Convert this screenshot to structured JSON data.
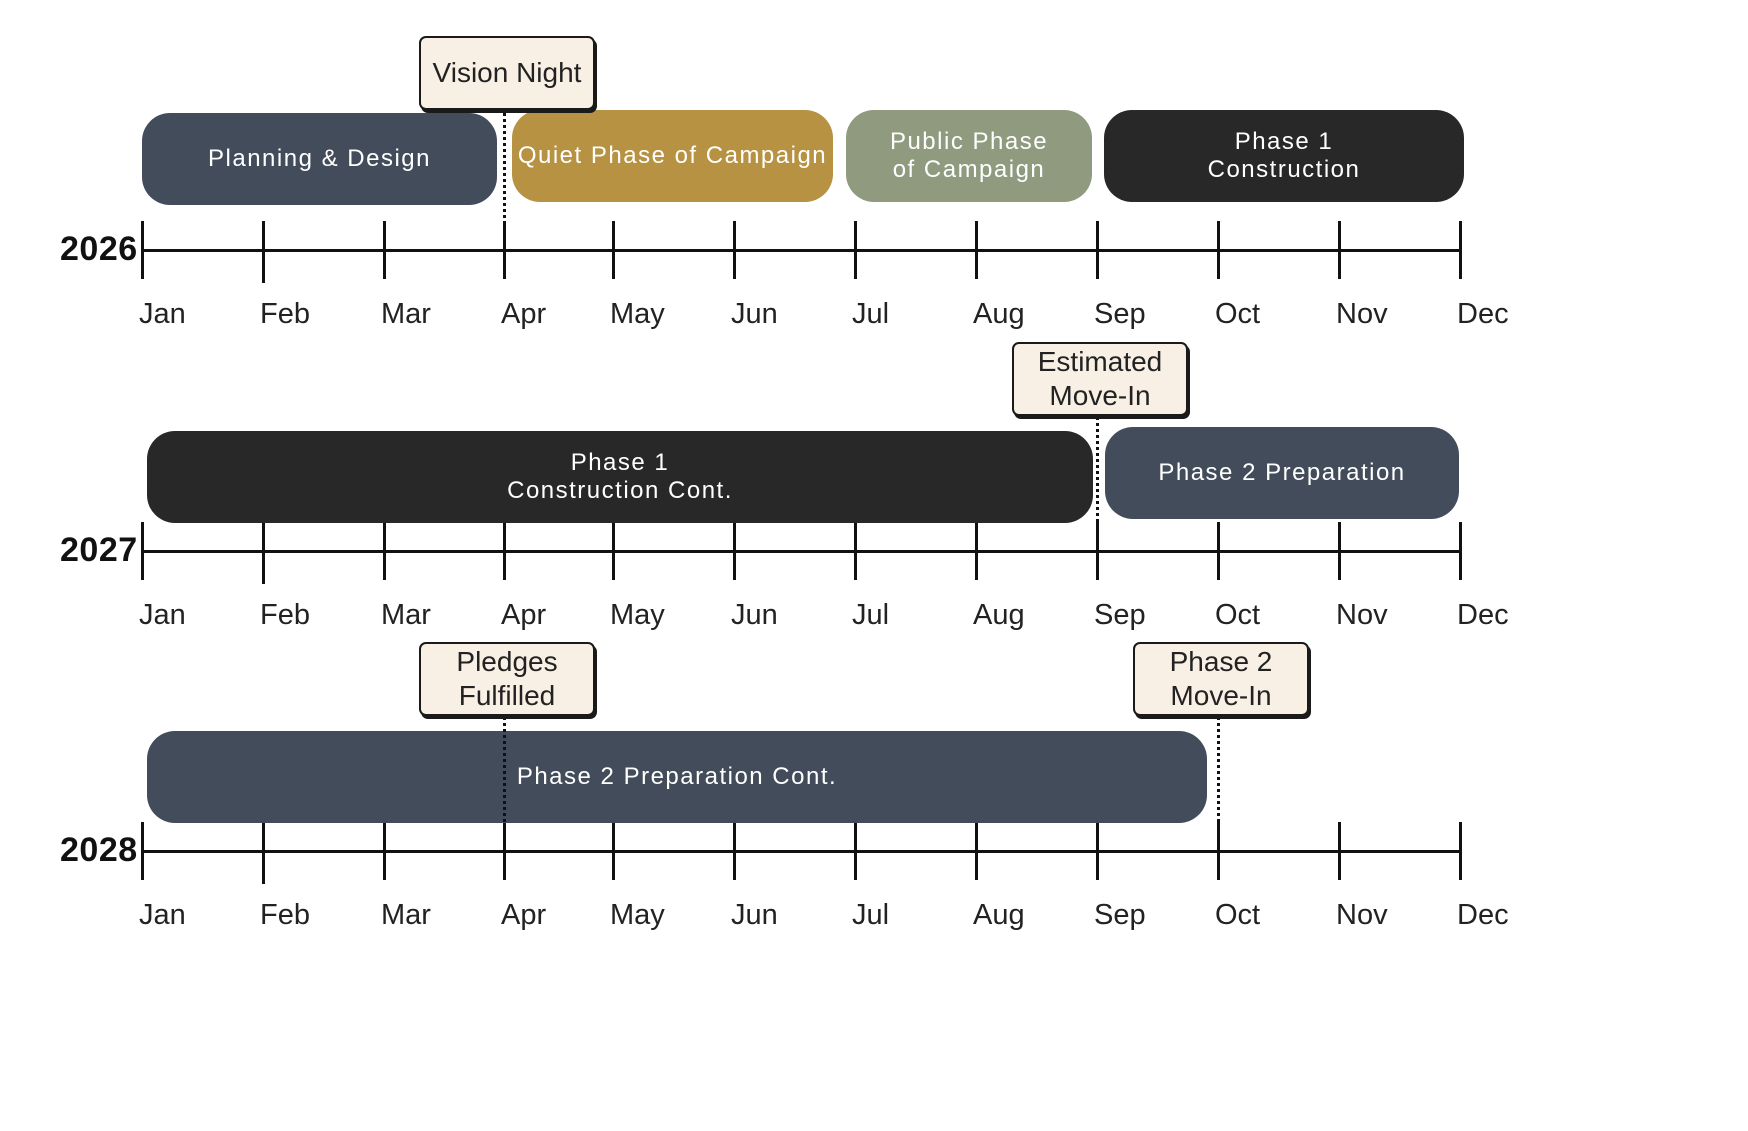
{
  "colors": {
    "slate": "#434c5b",
    "gold": "#b69242",
    "sage": "#8f9a7f",
    "charcoal": "#282828",
    "milestone_fill": "#f8efe5",
    "axis": "#111111"
  },
  "months": [
    "Jan",
    "Feb",
    "Mar",
    "Apr",
    "May",
    "Jun",
    "Jul",
    "Aug",
    "Sep",
    "Oct",
    "Nov",
    "Dec"
  ],
  "timeline_rows": [
    {
      "year": "2026",
      "phases": [
        {
          "label": "Planning & Design",
          "start": "Jan",
          "end": "Apr",
          "color": "slate"
        },
        {
          "label": "Quiet Phase of Campaign",
          "start": "Apr",
          "end": "Jul",
          "color": "gold"
        },
        {
          "label": "Public Phase\nof Campaign",
          "start": "Jul",
          "end": "Sep",
          "color": "sage"
        },
        {
          "label": "Phase 1\nConstruction",
          "start": "Sep",
          "end": "Dec",
          "color": "charcoal"
        }
      ],
      "milestones": [
        {
          "label": "Vision Night",
          "month": "Apr"
        }
      ]
    },
    {
      "year": "2027",
      "phases": [
        {
          "label": "Phase 1\nConstruction Cont.",
          "start": "Jan",
          "end": "Sep",
          "color": "charcoal"
        },
        {
          "label": "Phase 2 Preparation",
          "start": "Sep",
          "end": "Dec",
          "color": "slate"
        }
      ],
      "milestones": [
        {
          "label": "Estimated\nMove-In",
          "month": "Sep"
        }
      ]
    },
    {
      "year": "2028",
      "phases": [
        {
          "label": "Phase 2 Preparation Cont.",
          "start": "Jan",
          "end": "Oct",
          "color": "slate"
        }
      ],
      "milestones": [
        {
          "label": "Pledges\nFulfilled",
          "month": "Apr"
        },
        {
          "label": "Phase 2\nMove-In",
          "month": "Oct"
        }
      ]
    }
  ]
}
